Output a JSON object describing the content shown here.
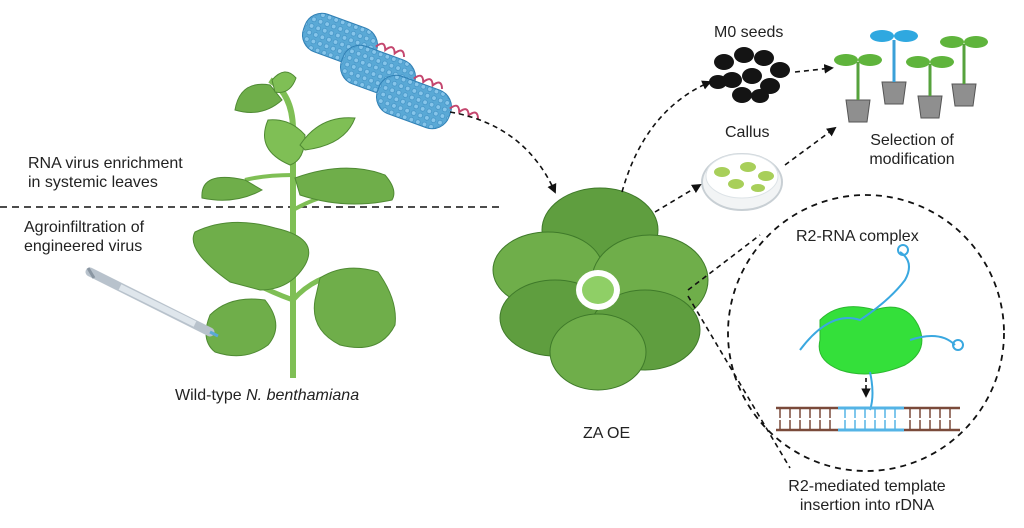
{
  "labels": {
    "rna_enrichment_line1": "RNA virus enrichment",
    "rna_enrichment_line2": "in systemic leaves",
    "agro_line1": "Agroinfiltration of",
    "agro_line2": "engineered virus",
    "wild_type_prefix": "Wild-type ",
    "wild_type_species": "N. benthamiana",
    "za_oe": "ZA OE",
    "m0_seeds": "M0 seeds",
    "callus": "Callus",
    "selection_line1": "Selection of",
    "selection_line2": "modification",
    "r2_rna_complex": "R2-RNA complex",
    "r2_insertion_line1": "R2-mediated template",
    "r2_insertion_line2": "insertion into rDNA"
  },
  "colors": {
    "leaf": "#6fae4a",
    "leaf_dark": "#4f8a33",
    "virus": "#5aa9d6",
    "rna": "#c4466e",
    "protein": "#34e03a",
    "seed": "#141414",
    "pot": "#8f8f8f",
    "callus": "#a8cf5a",
    "dna_backbone": "#7a4a3a",
    "template": "#55b4e6",
    "arrow": "#111111"
  }
}
